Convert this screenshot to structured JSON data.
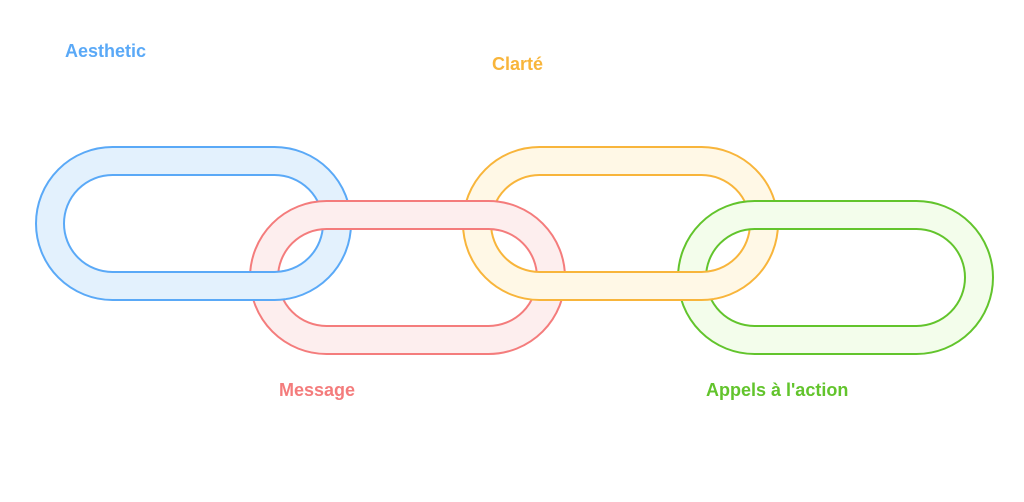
{
  "links": [
    {
      "name": "aesthetic",
      "label": "Aesthetic",
      "stroke": "#5aa9f7",
      "fill": "#e3f1fd"
    },
    {
      "name": "message",
      "label": "Message",
      "stroke": "#f47c7c",
      "fill": "#fdeeee"
    },
    {
      "name": "clarte",
      "label": "Clarté",
      "stroke": "#f8b53b",
      "fill": "#fff8e6"
    },
    {
      "name": "appels",
      "label": "Appels à l'action",
      "stroke": "#62c42c",
      "fill": "#f3fdeb"
    }
  ]
}
